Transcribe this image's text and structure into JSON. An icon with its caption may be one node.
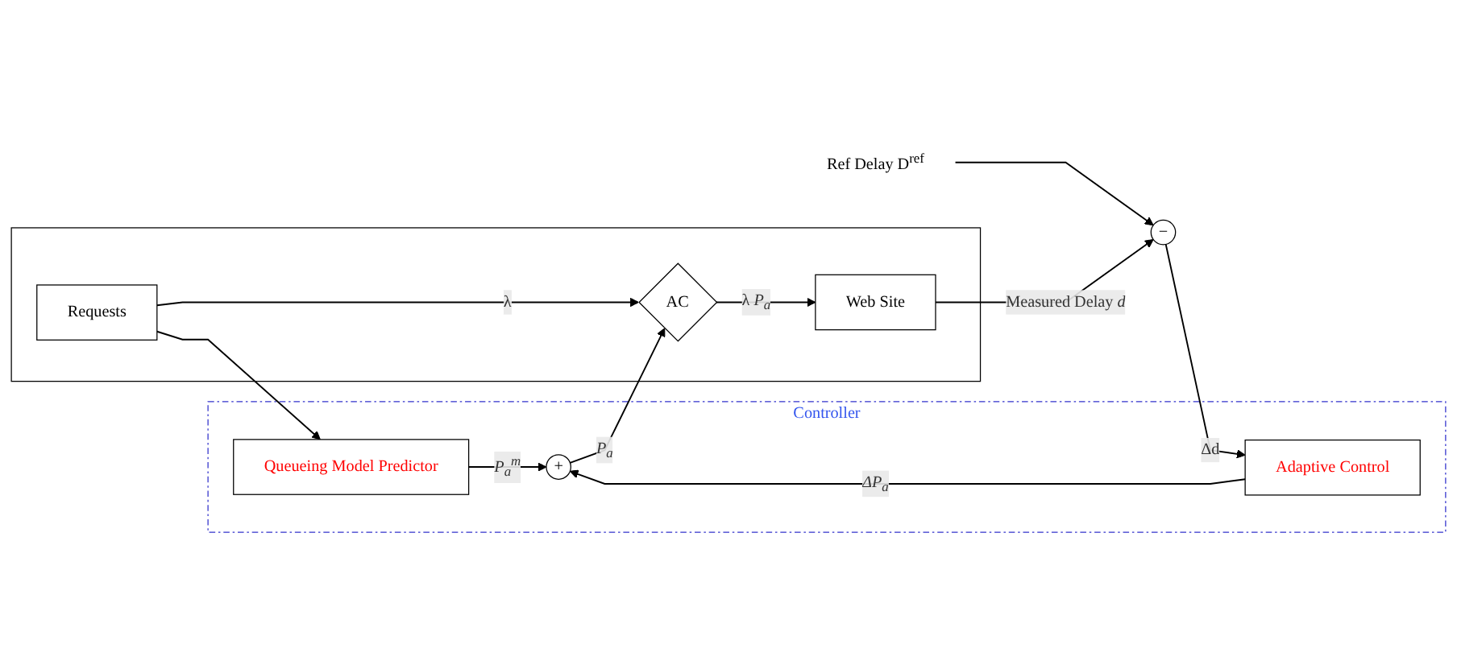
{
  "diagram": {
    "nodes": [
      {
        "text": [
          "Controller"
        ]
      },
      {
        "text": [
          "Queueing Model Predictor"
        ],
        "in": 0
      },
      {
        "text": [
          "Adaptive Control"
        ],
        "in": 0
      },
      {
        "text": [
          "+"
        ],
        "in": 0
      },
      {
        "text": [],
        "shape": "box"
      },
      {
        "text": [
          "Requests"
        ],
        "in": 4
      },
      {
        "text": [
          "AC"
        ],
        "in": 4
      },
      {
        "text": [
          "Web Site"
        ],
        "in": 4
      },
      {
        "text": [
          "−"
        ]
      },
      {
        "text": [
          "Ref Delay D$^{ref}$"
        ]
      }
    ],
    "edges": [
      {
        "from": 9,
        "to": 8,
        "arrow": "to"
      },
      {
        "from": 8,
        "to": 2,
        "arrow": "to",
        "label": "Δd"
      },
      {
        "from": 2,
        "to": 3,
        "arrow": "to",
        "label": "*ΔP$_{a}$*"
      },
      {
        "from": 1,
        "to": 3,
        "arrow": "to",
        "label": "*P$_{a}$$^{m}$*"
      },
      {
        "from": 3,
        "to": 6,
        "arrow": "to",
        "label": "*P$_{a}$*"
      },
      {
        "from": 5,
        "to": 6,
        "arrow": "to",
        "label": "λ"
      },
      {
        "from": 5,
        "to": 1,
        "arrow": "to"
      },
      {
        "from": 6,
        "to": 7,
        "arrow": "to",
        "label": "λ *P$_{a}$*"
      },
      {
        "from": 7,
        "to": 8,
        "arrow": "to",
        "label": "Measured Delay *d*"
      }
    ]
  }
}
